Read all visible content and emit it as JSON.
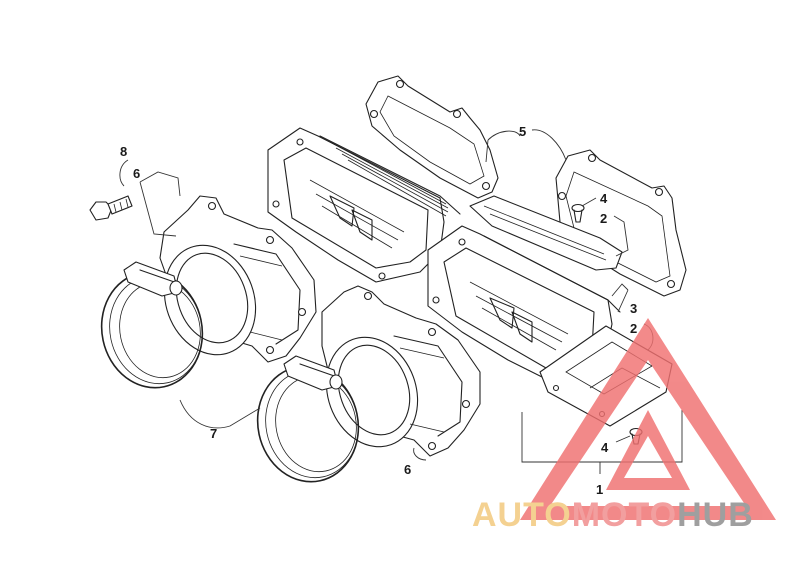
{
  "callouts": {
    "c1": "1",
    "c2a": "2",
    "c2b": "2",
    "c3": "3",
    "c4a": "4",
    "c4b": "4",
    "c5": "5",
    "c6a": "6",
    "c6b": "6",
    "c7": "7",
    "c8": "8"
  },
  "watermark": {
    "part1": "AUTO",
    "part2": "MOTO",
    "part3": "HUB",
    "colors": {
      "auto": "#f2c77a",
      "moto": "#f08a8a",
      "hub": "#8a8a8a",
      "triangle": "#f07070"
    }
  }
}
